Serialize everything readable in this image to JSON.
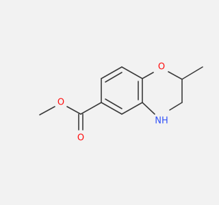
{
  "structure": {
    "colors": {
      "background": "#f2f2f2",
      "bond": "#3a3a3a",
      "oxygen": "#ff0d0d",
      "nitrogen": "#3050f8"
    },
    "atoms": [
      {
        "id": "ring_o",
        "label": "O",
        "element": "O",
        "color": "#ff0d0d"
      },
      {
        "id": "ester_o",
        "label": "O",
        "element": "O",
        "color": "#ff0d0d"
      },
      {
        "id": "carbonyl_o",
        "label": "O",
        "element": "O",
        "color": "#ff0d0d"
      },
      {
        "id": "ring_n",
        "label": "NH",
        "label_h_prefix": "",
        "element": "N",
        "color": "#3050f8"
      }
    ]
  }
}
